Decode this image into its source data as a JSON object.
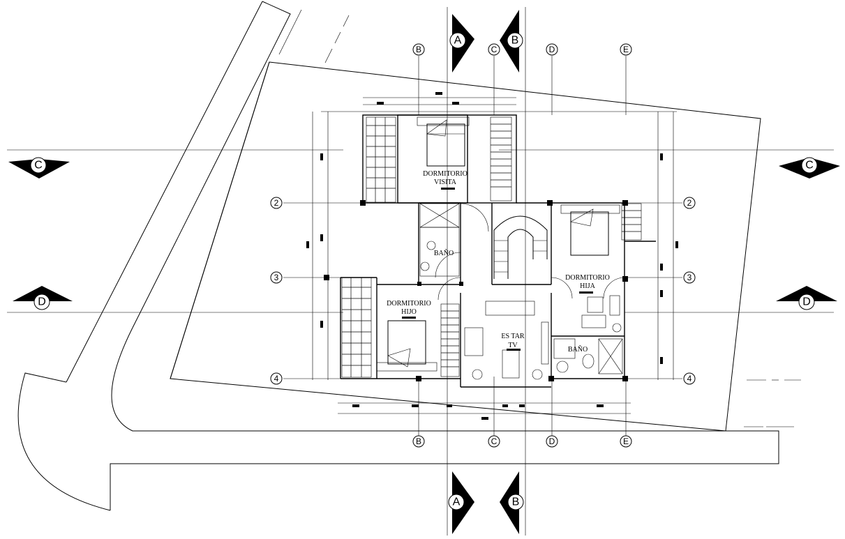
{
  "rooms": {
    "dormitorio_visita": [
      "DORMITORIO",
      "VISITA"
    ],
    "dormitorio_hija": [
      "DORMITORIO",
      "HIJA"
    ],
    "dormitorio_hijo": [
      "DORMITORIO",
      "HIJO"
    ],
    "bano_1": "BAÑO",
    "bano_2": "BAÑO",
    "estar_tv": [
      "ES TAR",
      "TV"
    ]
  },
  "axes": {
    "columns": [
      "B",
      "C",
      "D",
      "E"
    ],
    "rows": [
      "2",
      "3",
      "4"
    ]
  },
  "sections": {
    "a": "A",
    "b": "B",
    "c": "C",
    "d": "D"
  }
}
